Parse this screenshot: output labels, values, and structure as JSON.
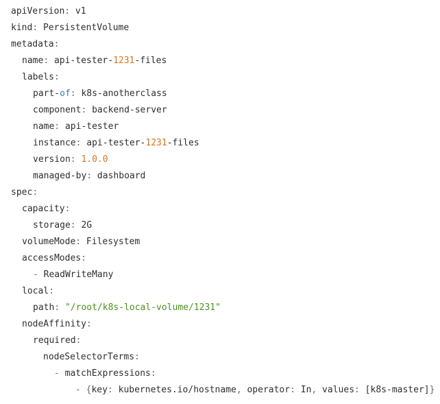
{
  "editor": {
    "lines": [
      {
        "indent": 0,
        "tokens": [
          {
            "t": "apiVersion",
            "c": "key"
          },
          {
            "t": ":",
            "c": "pun"
          },
          {
            "t": " v1",
            "c": "val"
          }
        ]
      },
      {
        "indent": 0,
        "tokens": [
          {
            "t": "kind",
            "c": "key"
          },
          {
            "t": ":",
            "c": "pun"
          },
          {
            "t": " PersistentVolume",
            "c": "val"
          }
        ]
      },
      {
        "indent": 0,
        "tokens": [
          {
            "t": "metadata",
            "c": "key"
          },
          {
            "t": ":",
            "c": "pun"
          }
        ]
      },
      {
        "indent": 1,
        "tokens": [
          {
            "t": "name",
            "c": "key"
          },
          {
            "t": ":",
            "c": "pun"
          },
          {
            "t": " api-tester-",
            "c": "val"
          },
          {
            "t": "1231",
            "c": "num"
          },
          {
            "t": "-files",
            "c": "val"
          }
        ]
      },
      {
        "indent": 1,
        "tokens": [
          {
            "t": "labels",
            "c": "key"
          },
          {
            "t": ":",
            "c": "pun"
          }
        ]
      },
      {
        "indent": 2,
        "tokens": [
          {
            "t": "part-",
            "c": "key"
          },
          {
            "t": "of",
            "c": "kw"
          },
          {
            "t": ":",
            "c": "pun"
          },
          {
            "t": " k8s-anotherclass",
            "c": "val"
          }
        ]
      },
      {
        "indent": 2,
        "tokens": [
          {
            "t": "component",
            "c": "key"
          },
          {
            "t": ":",
            "c": "pun"
          },
          {
            "t": " backend-server",
            "c": "val"
          }
        ]
      },
      {
        "indent": 2,
        "tokens": [
          {
            "t": "name",
            "c": "key"
          },
          {
            "t": ":",
            "c": "pun"
          },
          {
            "t": " api-tester",
            "c": "val"
          }
        ]
      },
      {
        "indent": 2,
        "tokens": [
          {
            "t": "instance",
            "c": "key"
          },
          {
            "t": ":",
            "c": "pun"
          },
          {
            "t": " api-tester-",
            "c": "val"
          },
          {
            "t": "1231",
            "c": "num"
          },
          {
            "t": "-files",
            "c": "val"
          }
        ]
      },
      {
        "indent": 2,
        "tokens": [
          {
            "t": "version",
            "c": "key"
          },
          {
            "t": ":",
            "c": "pun"
          },
          {
            "t": " ",
            "c": "val"
          },
          {
            "t": "1.0.0",
            "c": "num"
          }
        ]
      },
      {
        "indent": 2,
        "tokens": [
          {
            "t": "managed-by",
            "c": "key"
          },
          {
            "t": ":",
            "c": "pun"
          },
          {
            "t": " dashboard",
            "c": "val"
          }
        ]
      },
      {
        "indent": 0,
        "tokens": [
          {
            "t": "spec",
            "c": "key"
          },
          {
            "t": ":",
            "c": "pun"
          }
        ]
      },
      {
        "indent": 1,
        "tokens": [
          {
            "t": "capacity",
            "c": "key"
          },
          {
            "t": ":",
            "c": "pun"
          }
        ]
      },
      {
        "indent": 2,
        "tokens": [
          {
            "t": "storage",
            "c": "key"
          },
          {
            "t": ":",
            "c": "pun"
          },
          {
            "t": " 2G",
            "c": "val"
          }
        ]
      },
      {
        "indent": 1,
        "tokens": [
          {
            "t": "volumeMode",
            "c": "key"
          },
          {
            "t": ":",
            "c": "pun"
          },
          {
            "t": " Filesystem",
            "c": "val"
          }
        ]
      },
      {
        "indent": 1,
        "tokens": [
          {
            "t": "accessModes",
            "c": "key"
          },
          {
            "t": ":",
            "c": "pun"
          }
        ]
      },
      {
        "indent": 2,
        "tokens": [
          {
            "t": "-",
            "c": "pun"
          },
          {
            "t": " ReadWriteMany",
            "c": "val"
          }
        ]
      },
      {
        "indent": 1,
        "tokens": [
          {
            "t": "local",
            "c": "key"
          },
          {
            "t": ":",
            "c": "pun"
          }
        ]
      },
      {
        "indent": 2,
        "tokens": [
          {
            "t": "path",
            "c": "key"
          },
          {
            "t": ":",
            "c": "pun"
          },
          {
            "t": " ",
            "c": "val"
          },
          {
            "t": "\"/root/k8s-local-volume/1231\"",
            "c": "str"
          }
        ]
      },
      {
        "indent": 1,
        "tokens": [
          {
            "t": "nodeAffinity",
            "c": "key"
          },
          {
            "t": ":",
            "c": "pun"
          }
        ]
      },
      {
        "indent": 2,
        "tokens": [
          {
            "t": "required",
            "c": "key"
          },
          {
            "t": ":",
            "c": "pun"
          }
        ]
      },
      {
        "indent": 3,
        "tokens": [
          {
            "t": "nodeSelectorTerms",
            "c": "key"
          },
          {
            "t": ":",
            "c": "pun"
          }
        ]
      },
      {
        "indent": 4,
        "tokens": [
          {
            "t": "-",
            "c": "pun"
          },
          {
            "t": " matchExpressions",
            "c": "key"
          },
          {
            "t": ":",
            "c": "pun"
          }
        ]
      },
      {
        "indent": 5,
        "tokens": [
          {
            "t": "-",
            "c": "pun"
          },
          {
            "t": " {",
            "c": "pun"
          },
          {
            "t": "key",
            "c": "key"
          },
          {
            "t": ":",
            "c": "pun"
          },
          {
            "t": " kubernetes.io/hostname",
            "c": "val"
          },
          {
            "t": ",",
            "c": "pun"
          },
          {
            "t": " operator",
            "c": "key"
          },
          {
            "t": ":",
            "c": "pun"
          },
          {
            "t": " In",
            "c": "val"
          },
          {
            "t": ",",
            "c": "pun"
          },
          {
            "t": " values",
            "c": "key"
          },
          {
            "t": ":",
            "c": "pun"
          },
          {
            "t": " [k8s-master]",
            "c": "val"
          },
          {
            "t": "}",
            "c": "pun"
          }
        ]
      }
    ]
  }
}
